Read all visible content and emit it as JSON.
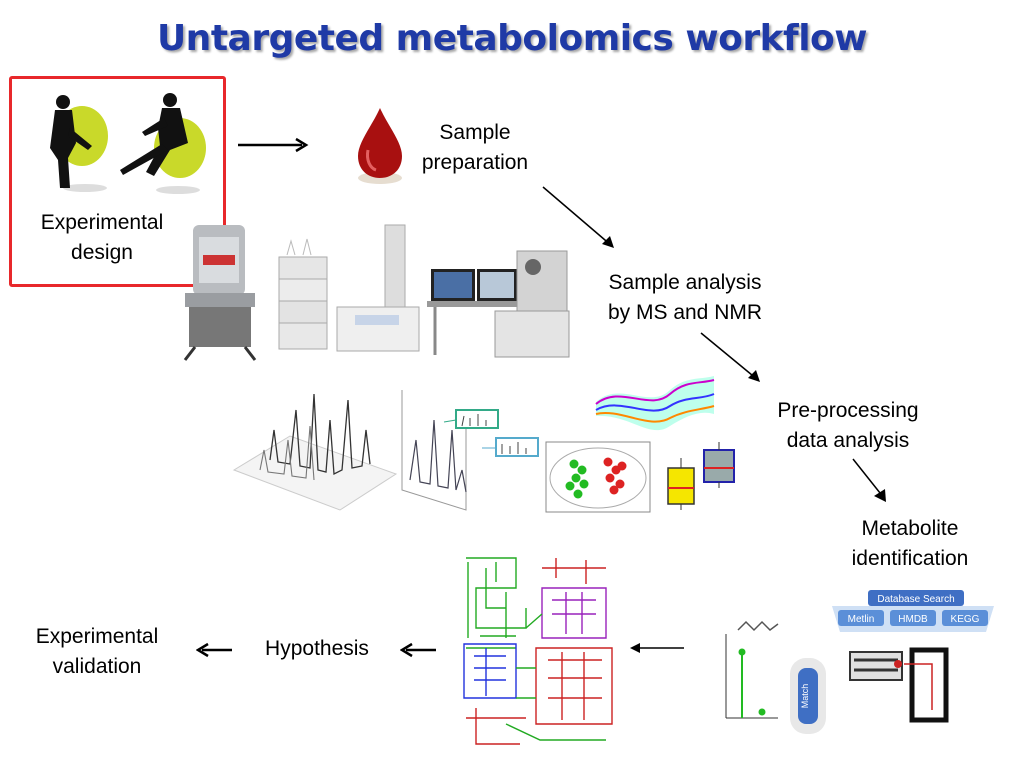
{
  "title": "Untargeted metabolomics workflow",
  "steps": {
    "experimental_design": [
      "Experimental",
      "design"
    ],
    "sample_preparation": [
      "Sample",
      "preparation"
    ],
    "sample_analysis": [
      "Sample analysis",
      "by MS and NMR"
    ],
    "preprocessing": [
      "Pre-processing",
      "data analysis"
    ],
    "metabolite_identification": [
      "Metabolite",
      "identification"
    ],
    "hypothesis": "Hypothesis",
    "experimental_validation": [
      "Experimental",
      "validation"
    ]
  },
  "database_panel": {
    "header": "Database Search",
    "databases": [
      "Metlin",
      "HMDB",
      "KEGG"
    ],
    "match_label": "Match"
  },
  "colors": {
    "title": "#1f3aa6",
    "highlight_box": "#e8282b",
    "pca_group_a": "#22bb22",
    "pca_group_b": "#dd2222",
    "database_header": "#3f6fc4",
    "database_item": "#5b8fd8"
  }
}
